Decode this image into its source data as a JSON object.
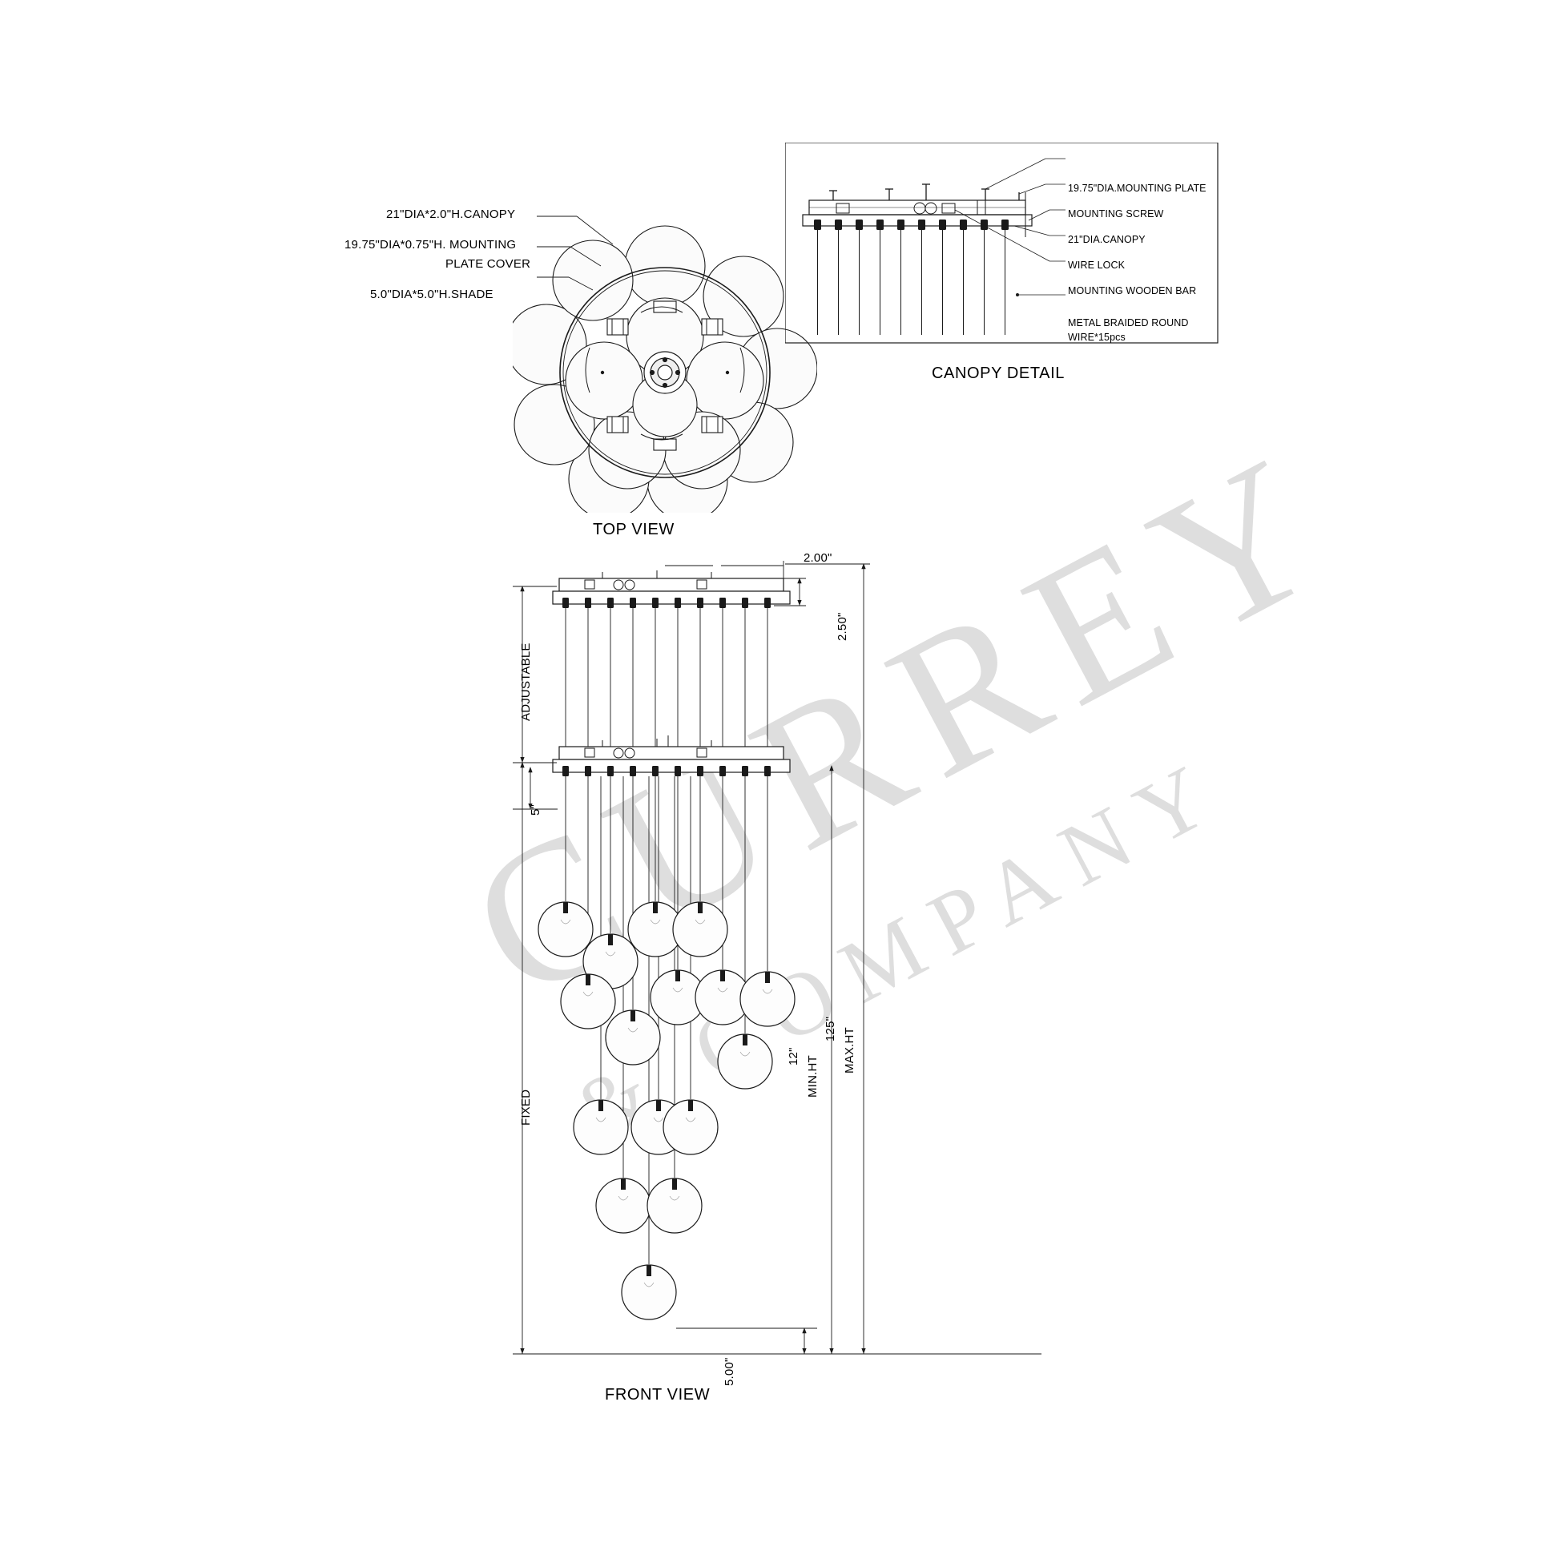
{
  "drawing": {
    "title_top": "TOP VIEW",
    "title_front": "FRONT VIEW",
    "title_canopy": "CANOPY DETAIL"
  },
  "top_view_callouts": [
    {
      "id": "canopy",
      "text": "21\"DIA*2.0\"H.CANOPY"
    },
    {
      "id": "mounting-plate-cover-1",
      "text": "19.75\"DIA*0.75\"H. MOUNTING"
    },
    {
      "id": "mounting-plate-cover-2",
      "text": "PLATE COVER"
    },
    {
      "id": "shade",
      "text": "5.0\"DIA*5.0\"H.SHADE"
    }
  ],
  "canopy_detail_callouts": [
    {
      "id": "mounting-plate",
      "text": "19.75\"DIA.MOUNTING PLATE"
    },
    {
      "id": "mounting-screw",
      "text": "MOUNTING SCREW"
    },
    {
      "id": "canopy",
      "text": "21\"DIA.CANOPY"
    },
    {
      "id": "wire-lock",
      "text": "WIRE LOCK"
    },
    {
      "id": "wooden-bar",
      "text": "MOUNTING  WOODEN BAR"
    },
    {
      "id": "braided-wire-1",
      "text": "METAL BRAIDED ROUND"
    },
    {
      "id": "braided-wire-2",
      "text": "WIRE*15pcs"
    }
  ],
  "front_view_dimensions": [
    {
      "id": "canopy-dia",
      "text": "2.00\""
    },
    {
      "id": "canopy-height",
      "text": "2.50\""
    },
    {
      "id": "adjustable",
      "text": "ADJUSTABLE"
    },
    {
      "id": "drop-5in",
      "text": "5\""
    },
    {
      "id": "fixed",
      "text": "FIXED"
    },
    {
      "id": "min-ht-value",
      "text": "12\""
    },
    {
      "id": "min-ht-label",
      "text": "MIN.HT"
    },
    {
      "id": "max-ht-value",
      "text": "125\""
    },
    {
      "id": "max-ht-label",
      "text": "MAX.HT"
    },
    {
      "id": "shade-dia",
      "text": "5.00\""
    }
  ],
  "watermark": {
    "line1": "CURREY",
    "line2": "& COMPANY"
  },
  "colors": {
    "line": "#1a1a1a",
    "fill_light": "#f2f2f2",
    "watermark": "#d9d9d9"
  }
}
